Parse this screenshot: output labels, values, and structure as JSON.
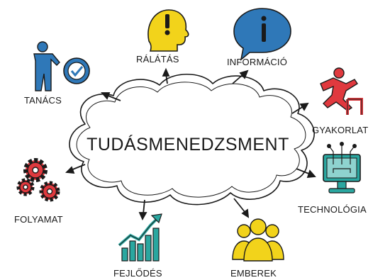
{
  "center": {
    "title": "TUDÁSMENEDZSMENT"
  },
  "nodes": {
    "ralatas": {
      "label": "RÁLÁTÁS",
      "icon": "exclamation-head-icon"
    },
    "informacio": {
      "label": "INFORMÁCIÓ",
      "icon": "info-speech-bubble-icon"
    },
    "tanacs": {
      "label": "TANÁCS",
      "icon": "person-check-icon"
    },
    "gyakorlat": {
      "label": "GYAKORLAT",
      "icon": "hurdle-runner-icon"
    },
    "folyamat": {
      "label": "FOLYAMAT",
      "icon": "gears-icon"
    },
    "technologia": {
      "label": "TECHNOLÓGIA",
      "icon": "monitor-circuit-icon"
    },
    "fejlodes": {
      "label": "FEJLŐDÉS",
      "icon": "growth-chart-icon"
    },
    "emberek": {
      "label": "EMBEREK",
      "icon": "people-group-icon"
    }
  },
  "colors": {
    "yellow": "#f2d31b",
    "blue": "#2f78b8",
    "red": "#e0393e",
    "teal": "#2aa7a0",
    "ink": "#1a1a1a"
  }
}
